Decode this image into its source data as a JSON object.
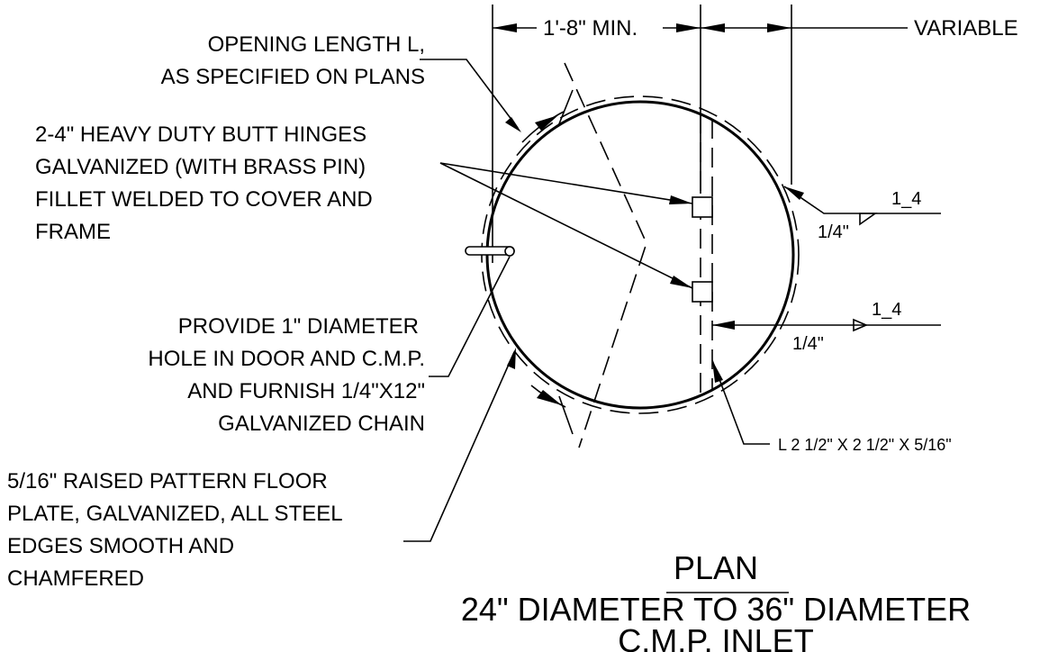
{
  "dimensions": {
    "min_width": "1'-8\" MIN.",
    "variable": "VARIABLE"
  },
  "callouts": {
    "opening": [
      "OPENING LENGTH  L,",
      "AS SPECIFIED ON PLANS"
    ],
    "hinges": [
      "2-4\" HEAVY DUTY BUTT HINGES",
      "GALVANIZED (WITH BRASS PIN)",
      "FILLET WELDED TO COVER AND",
      "FRAME"
    ],
    "hole": [
      "PROVIDE 1\" DIAMETER",
      "HOLE IN DOOR AND C.M.P.",
      "AND FURNISH 1/4\"X12\"",
      "GALVANIZED CHAIN"
    ],
    "plate": [
      "5/16\" RAISED PATTERN FLOOR",
      "PLATE, GALVANIZED, ALL STEEL",
      "EDGES SMOOTH AND",
      "CHAMFERED"
    ],
    "angle": "L 2 1/2\" X 2 1/2\" X 5/16\""
  },
  "welds": {
    "upper_size": "1/4\"",
    "upper_tag": "1_4",
    "lower_size": "1/4\"",
    "lower_tag": "1_4"
  },
  "title": {
    "line1": "PLAN",
    "line2": "24\" DIAMETER TO 36\" DIAMETER",
    "line3": "C.M.P. INLET"
  }
}
